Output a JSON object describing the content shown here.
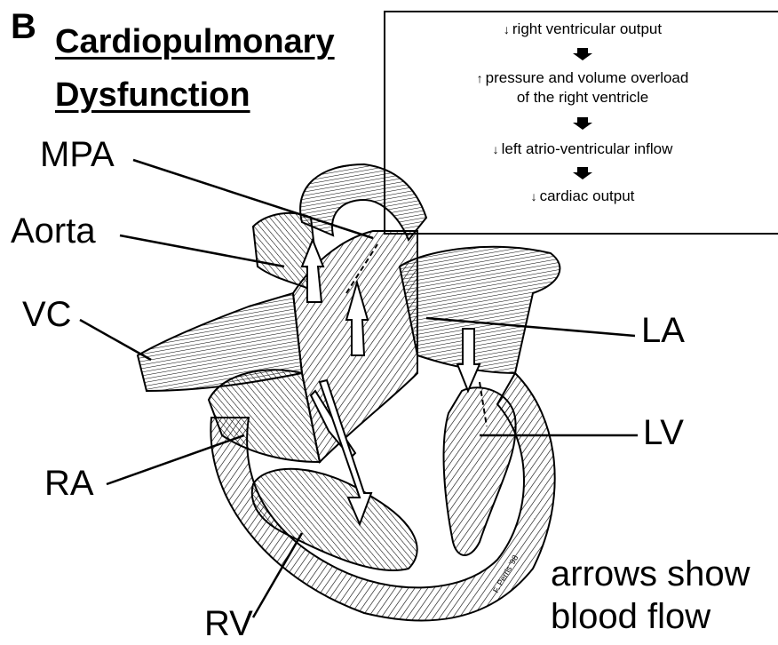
{
  "panel": {
    "letter": "B"
  },
  "title": {
    "line1": "Cardiopulmonary",
    "line2": "Dysfunction"
  },
  "flow_box": {
    "steps": [
      {
        "arrow": "down",
        "text": "right ventricular output"
      },
      {
        "arrow": "up",
        "text": "pressure and volume overload",
        "text2": "of the right ventricle"
      },
      {
        "arrow": "down",
        "text": "left atrio-ventricular inflow"
      },
      {
        "arrow": "down",
        "text": "cardiac output"
      }
    ]
  },
  "labels": {
    "mpa": "MPA",
    "aorta": "Aorta",
    "vc": "VC",
    "ra": "RA",
    "rv": "RV",
    "la": "LA",
    "lv": "LV"
  },
  "caption": {
    "line1": "arrows show",
    "line2": "blood flow"
  },
  "signature": "F. Perris '98"
}
